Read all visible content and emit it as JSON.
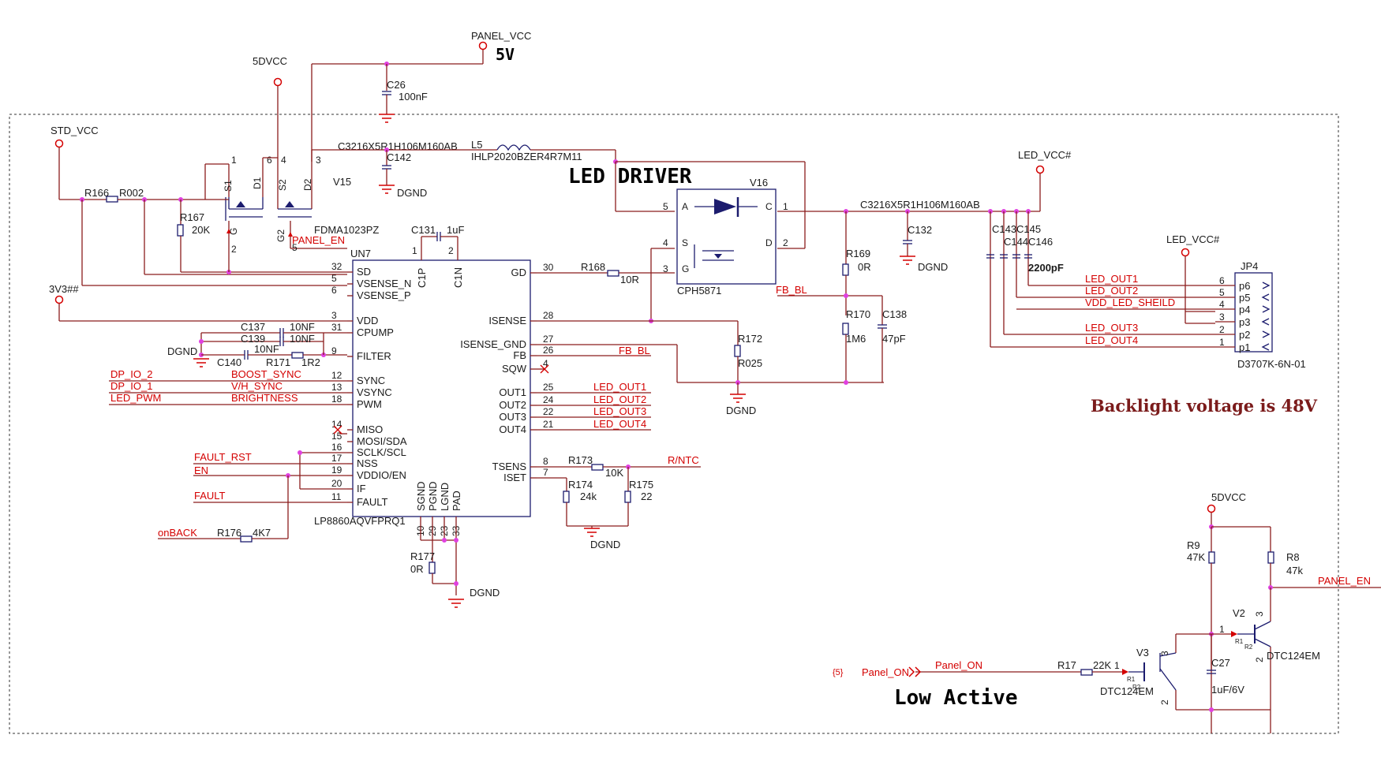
{
  "title": "LED DRIVER",
  "notes": {
    "voltage": "5V",
    "backlight": "Backlight voltage is 48V",
    "low_active": "Low Active"
  },
  "power_ports": {
    "panel_vcc": "PANEL_VCC",
    "fivedvcc": "5DVCC",
    "std_vcc": "STD_VCC",
    "v3v3": "3V3##",
    "led_vcc_1": "LED_VCC#",
    "led_vcc_2": "LED_VCC#",
    "fivedvcc_2": "5DVCC"
  },
  "ground": {
    "dgnd": "DGND"
  },
  "main_ic": {
    "ref": "UN7",
    "part": "LP8860AQVFPRQ1",
    "left_pins": [
      {
        "num": "32",
        "name": "SD"
      },
      {
        "num": "5",
        "name": "VSENSE_N"
      },
      {
        "num": "6",
        "name": "VSENSE_P"
      },
      {
        "num": "3",
        "name": "VDD"
      },
      {
        "num": "31",
        "name": "CPUMP"
      },
      {
        "num": "9",
        "name": "FILTER"
      },
      {
        "num": "12",
        "name": "SYNC"
      },
      {
        "num": "13",
        "name": "VSYNC"
      },
      {
        "num": "18",
        "name": "PWM"
      },
      {
        "num": "14",
        "name": "MISO"
      },
      {
        "num": "15",
        "name": "MOSI/SDA"
      },
      {
        "num": "16",
        "name": "SCLK/SCL"
      },
      {
        "num": "17",
        "name": "NSS"
      },
      {
        "num": "19",
        "name": "VDDIO/EN"
      },
      {
        "num": "20",
        "name": "IF"
      },
      {
        "num": "11",
        "name": "FAULT"
      }
    ],
    "right_pins": [
      {
        "num": "30",
        "name": "GD"
      },
      {
        "num": "28",
        "name": "ISENSE"
      },
      {
        "num": "27",
        "name": "ISENSE_GND"
      },
      {
        "num": "26",
        "name": "FB"
      },
      {
        "num": "4",
        "name": "SQW"
      },
      {
        "num": "25",
        "name": "OUT1"
      },
      {
        "num": "24",
        "name": "OUT2"
      },
      {
        "num": "22",
        "name": "OUT3"
      },
      {
        "num": "21",
        "name": "OUT4"
      },
      {
        "num": "8",
        "name": "TSENS"
      },
      {
        "num": "7",
        "name": "ISET"
      }
    ],
    "top_pins": [
      {
        "num": "1",
        "name": "C1P"
      },
      {
        "num": "2",
        "name": "C1N"
      }
    ],
    "bottom_pins": [
      {
        "num": "10",
        "name": "SGND"
      },
      {
        "num": "29",
        "name": "PGND"
      },
      {
        "num": "23",
        "name": "LGND"
      },
      {
        "num": "33",
        "name": "PAD"
      }
    ]
  },
  "nets": {
    "panel_en": "PANEL_EN",
    "dp_io_2": "DP_IO_2",
    "dp_io_1": "DP_IO_1",
    "led_pwm": "LED_PWM",
    "boost_sync": "BOOST_SYNC",
    "vh_sync": "V/H_SYNC",
    "brightness": "BRIGHTNESS",
    "fault_rst": "FAULT_RST",
    "en": "EN",
    "fault": "FAULT",
    "onback": "onBACK",
    "fb_bl": "FB_BL",
    "fb_bl_2": "FB_BL",
    "led_out1": "LED_OUT1",
    "led_out2": "LED_OUT2",
    "led_out3": "LED_OUT3",
    "led_out4": "LED_OUT4",
    "r_ntc": "R/NTC",
    "vdd_led_sheild": "VDD_LED_SHEILD",
    "panel_en_2": "PANEL_EN",
    "panel_on": "Panel_ON",
    "panel_on_port": "Panel_ON",
    "sheet_ref": "{5}"
  },
  "components": {
    "c26": {
      "ref": "C26",
      "value": "100nF"
    },
    "c142": {
      "ref": "C142",
      "part": "C3216X5R1H106M160AB"
    },
    "l5": {
      "ref": "L5",
      "part": "IHLP2020BZER4R7M11"
    },
    "v15": {
      "ref": "V15",
      "part": "FDMA1023PZ",
      "pins": {
        "s1": "S1",
        "d1": "D1",
        "s2": "S2",
        "d2": "D2",
        "g1": "G",
        "g2": "G2",
        "p1": "1",
        "p2": "2",
        "p3": "3",
        "p4": "4",
        "p5": "5",
        "p6": "6"
      }
    },
    "r166": {
      "ref": "R166",
      "value": "R002"
    },
    "r167": {
      "ref": "R167",
      "value": "20K"
    },
    "c131": {
      "ref": "C131",
      "value": "1uF"
    },
    "c137": {
      "ref": "C137",
      "value": "10NF"
    },
    "c139": {
      "ref": "C139",
      "value": "10NF"
    },
    "c140": {
      "ref": "C140",
      "value": "10NF"
    },
    "r171": {
      "ref": "R171",
      "value": "1R2"
    },
    "r176": {
      "ref": "R176",
      "value": "4K7"
    },
    "r177": {
      "ref": "R177",
      "value": "0R"
    },
    "r168": {
      "ref": "R168",
      "value": "10R"
    },
    "v16": {
      "ref": "V16",
      "part": "CPH5871",
      "pins": {
        "a": "A",
        "c": "C",
        "s": "S",
        "d": "D",
        "g": "G",
        "p5": "5",
        "p1": "1",
        "p4": "4",
        "p2": "2",
        "p3": "3"
      }
    },
    "r172": {
      "ref": "R172",
      "value": "R025"
    },
    "r173": {
      "ref": "R173",
      "value": "10K"
    },
    "r174": {
      "ref": "R174",
      "value": "24k"
    },
    "r175": {
      "ref": "R175",
      "value": "22"
    },
    "c132": {
      "ref": "C132",
      "part": "C3216X5R1H106M160AB"
    },
    "r169": {
      "ref": "R169",
      "value": "0R"
    },
    "r170": {
      "ref": "R170",
      "value": "1M6"
    },
    "c138": {
      "ref": "C138",
      "value": "47pF"
    },
    "c143": {
      "ref": "C143"
    },
    "c144": {
      "ref": "C144"
    },
    "c145": {
      "ref": "C145"
    },
    "c146": {
      "ref": "C146",
      "value": "2200pF"
    },
    "jp4": {
      "ref": "JP4",
      "part": "D3707K-6N-01",
      "pins": [
        {
          "num": "6",
          "name": "p6"
        },
        {
          "num": "5",
          "name": "p5"
        },
        {
          "num": "4",
          "name": "p4"
        },
        {
          "num": "3",
          "name": "p3"
        },
        {
          "num": "2",
          "name": "p2"
        },
        {
          "num": "1",
          "name": "p1"
        }
      ]
    },
    "r9": {
      "ref": "R9",
      "value": "47K"
    },
    "r8": {
      "ref": "R8",
      "value": "47k"
    },
    "v2": {
      "ref": "V2",
      "part": "DTC124EM",
      "pins": {
        "p1": "1",
        "p2": "2",
        "p3": "3",
        "r1": "R1",
        "r2": "R2"
      }
    },
    "v3": {
      "ref": "V3",
      "part": "DTC124EM",
      "pins": {
        "p1": "1",
        "p2": "2",
        "p3": "3",
        "r1": "R1",
        "r2": "R2"
      }
    },
    "r17": {
      "ref": "R17",
      "value": "22K"
    },
    "c27": {
      "ref": "C27",
      "value": "1uF/6V"
    }
  },
  "colors": {
    "wire": "#8b1c1c",
    "symbol": "#1c1c6e",
    "net_label": "#d40000",
    "junction": "#e040e0"
  }
}
